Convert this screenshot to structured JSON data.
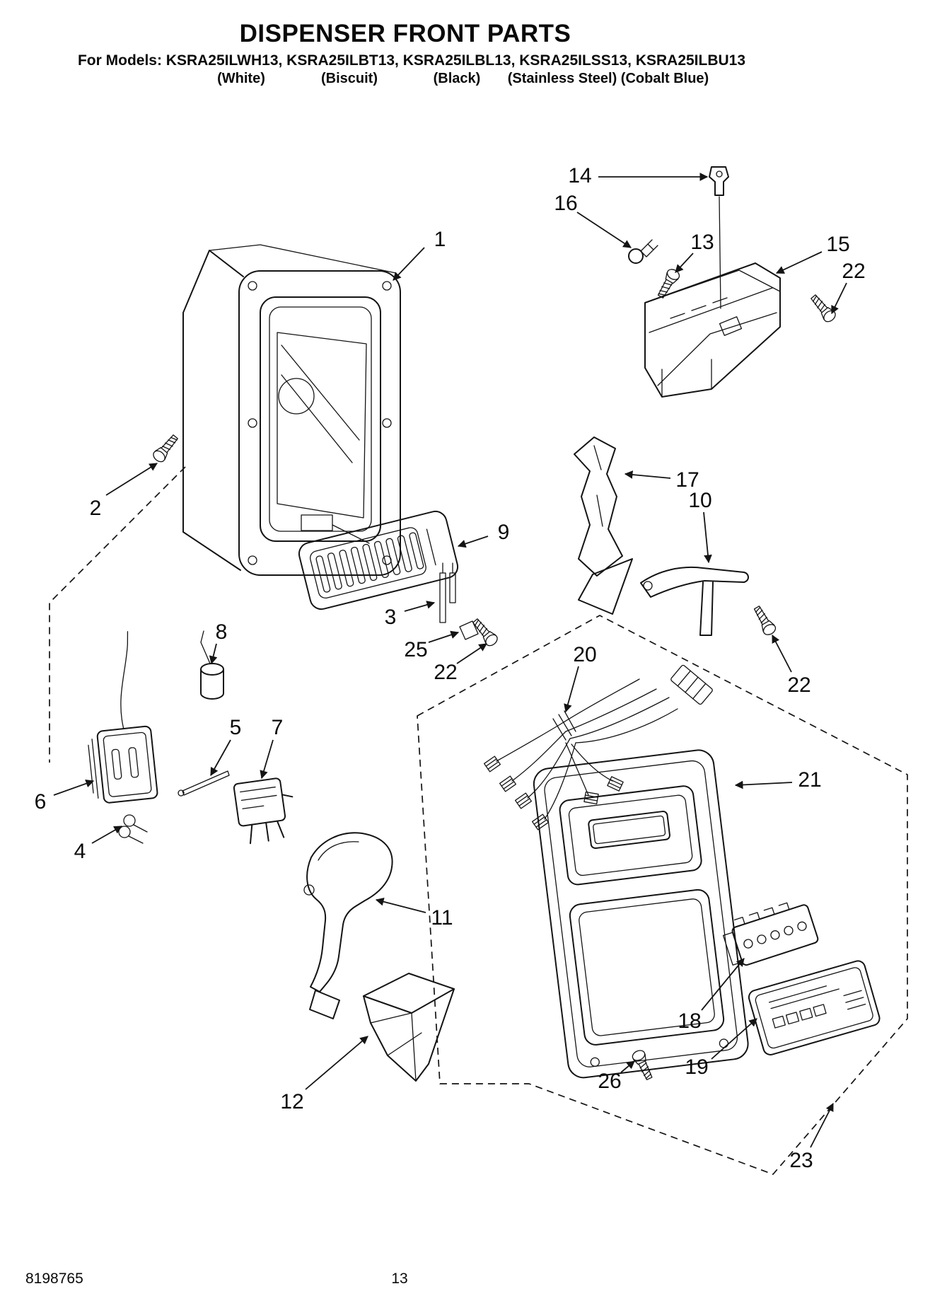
{
  "header": {
    "title": "DISPENSER FRONT PARTS",
    "models_line": "For Models: KSRA25ILWH13, KSRA25ILBT13, KSRA25ILBL13, KSRA25ILSS13, KSRA25ILBU13",
    "color_labels": [
      "(White)",
      "(Biscuit)",
      "(Black)",
      "(Stainless Steel)",
      "(Cobalt Blue)"
    ]
  },
  "diagram": {
    "description": "Exploded line-art view of refrigerator dispenser front parts with numbered callouts",
    "callouts": {
      "c1": "1",
      "c2": "2",
      "c3": "3",
      "c4": "4",
      "c5": "5",
      "c6": "6",
      "c7": "7",
      "c8": "8",
      "c9": "9",
      "c10": "10",
      "c11": "11",
      "c12": "12",
      "c13": "13",
      "c14": "14",
      "c15": "15",
      "c16": "16",
      "c17": "17",
      "c18": "18",
      "c19": "19",
      "c20": "20",
      "c21": "21",
      "c22a": "22",
      "c22b": "22",
      "c22c": "22",
      "c23": "23",
      "c25": "25",
      "c26": "26"
    }
  },
  "footer": {
    "doc_number": "8198765",
    "page_number": "13"
  }
}
